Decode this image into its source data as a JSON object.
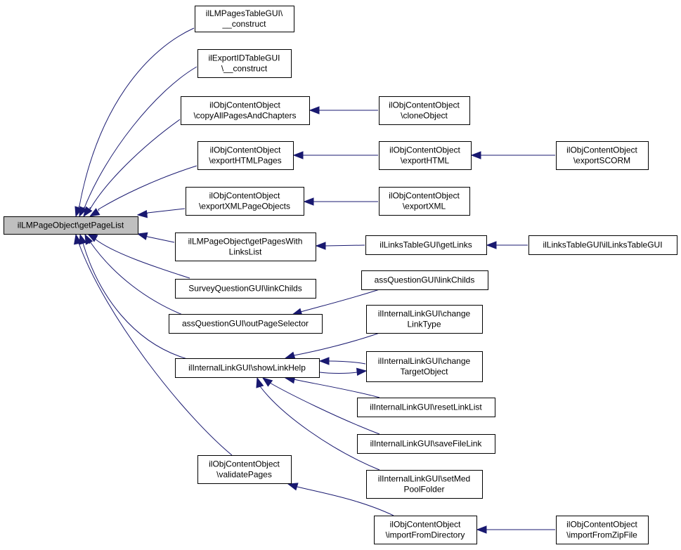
{
  "nodes": {
    "root": [
      "ilLMPageObject\\getPageList"
    ],
    "n1": [
      "ilLMPagesTableGUI\\",
      "__construct"
    ],
    "n2": [
      "ilExportIDTableGUI",
      "\\__construct"
    ],
    "n3": [
      "ilObjContentObject",
      "\\copyAllPagesAndChapters"
    ],
    "n4": [
      "ilObjContentObject",
      "\\exportHTMLPages"
    ],
    "n5": [
      "ilObjContentObject",
      "\\exportXMLPageObjects"
    ],
    "n6": [
      "ilLMPageObject\\getPagesWith",
      "LinksList"
    ],
    "n7": [
      "SurveyQuestionGUI\\linkChilds"
    ],
    "n8": [
      "assQuestionGUI\\outPageSelector"
    ],
    "n9": [
      "ilInternalLinkGUI\\showLinkHelp"
    ],
    "n10": [
      "ilObjContentObject",
      "\\validatePages"
    ],
    "n11": [
      "ilObjContentObject",
      "\\cloneObject"
    ],
    "n12": [
      "ilObjContentObject",
      "\\exportHTML"
    ],
    "n13": [
      "ilObjContentObject",
      "\\exportSCORM"
    ],
    "n14": [
      "ilObjContentObject",
      "\\exportXML"
    ],
    "n15": [
      "ilLinksTableGUI\\getLinks"
    ],
    "n16": [
      "ilLinksTableGUI\\ilLinksTableGUI"
    ],
    "n17": [
      "assQuestionGUI\\linkChilds"
    ],
    "n18": [
      "ilInternalLinkGUI\\change",
      "LinkType"
    ],
    "n19": [
      "ilInternalLinkGUI\\change",
      "TargetObject"
    ],
    "n20": [
      "ilInternalLinkGUI\\resetLinkList"
    ],
    "n21": [
      "ilInternalLinkGUI\\saveFileLink"
    ],
    "n22": [
      "ilInternalLinkGUI\\setMed",
      "PoolFolder"
    ],
    "n23": [
      "ilObjContentObject",
      "\\importFromDirectory"
    ],
    "n24": [
      "ilObjContentObject",
      "\\importFromZipFile"
    ]
  },
  "edges": [
    [
      "n1",
      "root"
    ],
    [
      "n2",
      "root"
    ],
    [
      "n3",
      "root"
    ],
    [
      "n4",
      "root"
    ],
    [
      "n5",
      "root"
    ],
    [
      "n6",
      "root"
    ],
    [
      "n7",
      "root"
    ],
    [
      "n8",
      "root"
    ],
    [
      "n9",
      "root"
    ],
    [
      "n10",
      "root"
    ],
    [
      "n11",
      "n3"
    ],
    [
      "n12",
      "n4"
    ],
    [
      "n13",
      "n12"
    ],
    [
      "n14",
      "n5"
    ],
    [
      "n15",
      "n6"
    ],
    [
      "n16",
      "n15"
    ],
    [
      "n17",
      "n8"
    ],
    [
      "n18",
      "n9"
    ],
    [
      "n19",
      "n9"
    ],
    [
      "n9",
      "n19"
    ],
    [
      "n20",
      "n9"
    ],
    [
      "n21",
      "n9"
    ],
    [
      "n22",
      "n9"
    ],
    [
      "n23",
      "n10"
    ],
    [
      "n24",
      "n23"
    ]
  ],
  "colors": {
    "edge": "#191970",
    "root_fill": "#bfbfbf",
    "node_fill": "#ffffff",
    "border": "#000000"
  }
}
